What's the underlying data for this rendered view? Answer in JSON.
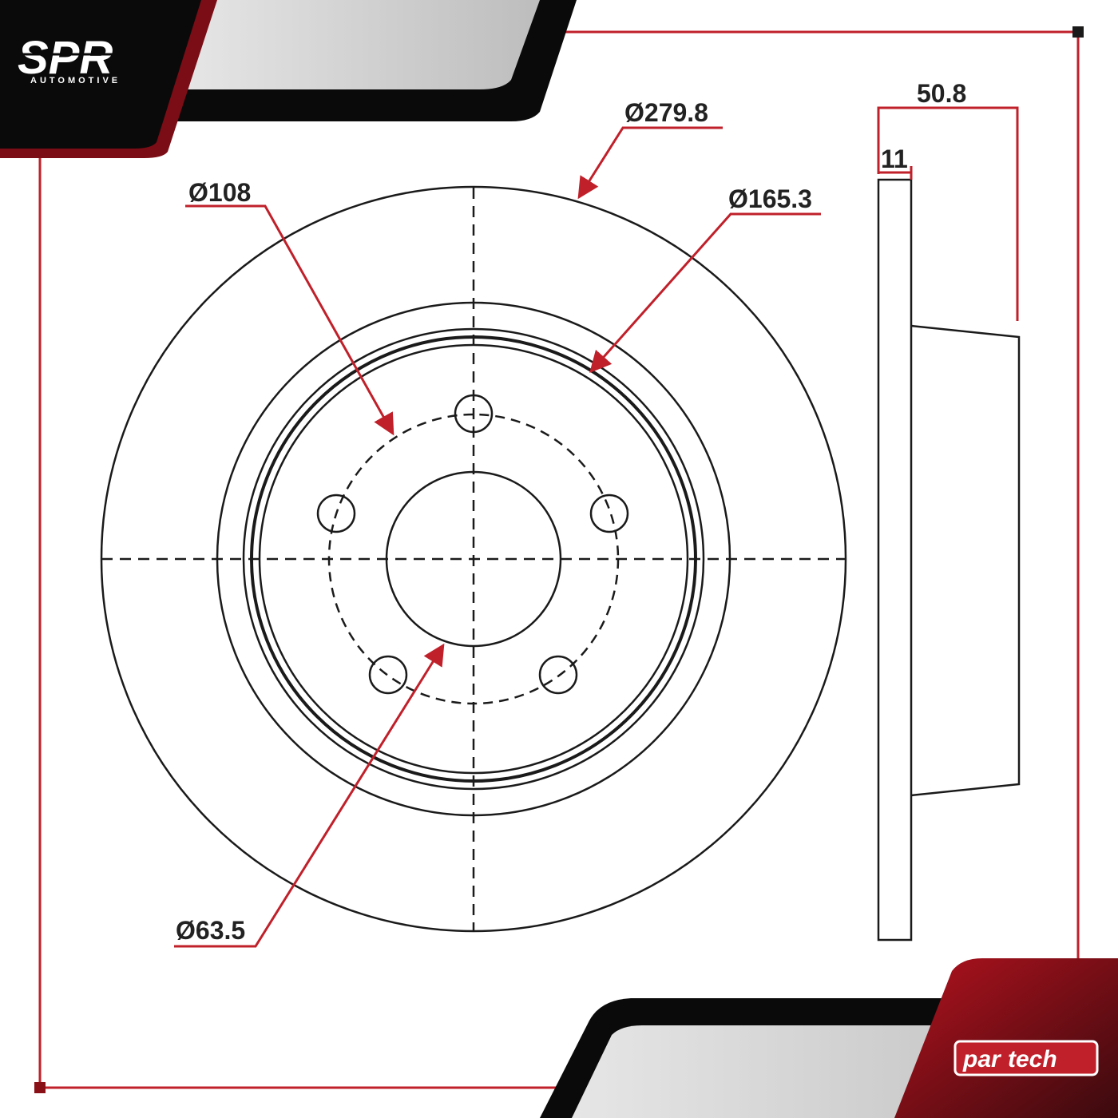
{
  "brand": {
    "logo_text": "SPR",
    "logo_subtext": "AUTOMOTIVE",
    "partner_left": "par",
    "partner_right": "tech"
  },
  "dimensions": {
    "outer_diameter": "Ø279.8",
    "bolt_circle": "Ø108",
    "inner_ring": "Ø165.3",
    "center_bore": "Ø63.5",
    "overall_height": "50.8",
    "thickness": "11"
  },
  "colors": {
    "accent": "#c0202a",
    "line": "#1a1a1a",
    "banner_dark": "#0a0a0a",
    "banner_grey": "#cfcfcf"
  }
}
